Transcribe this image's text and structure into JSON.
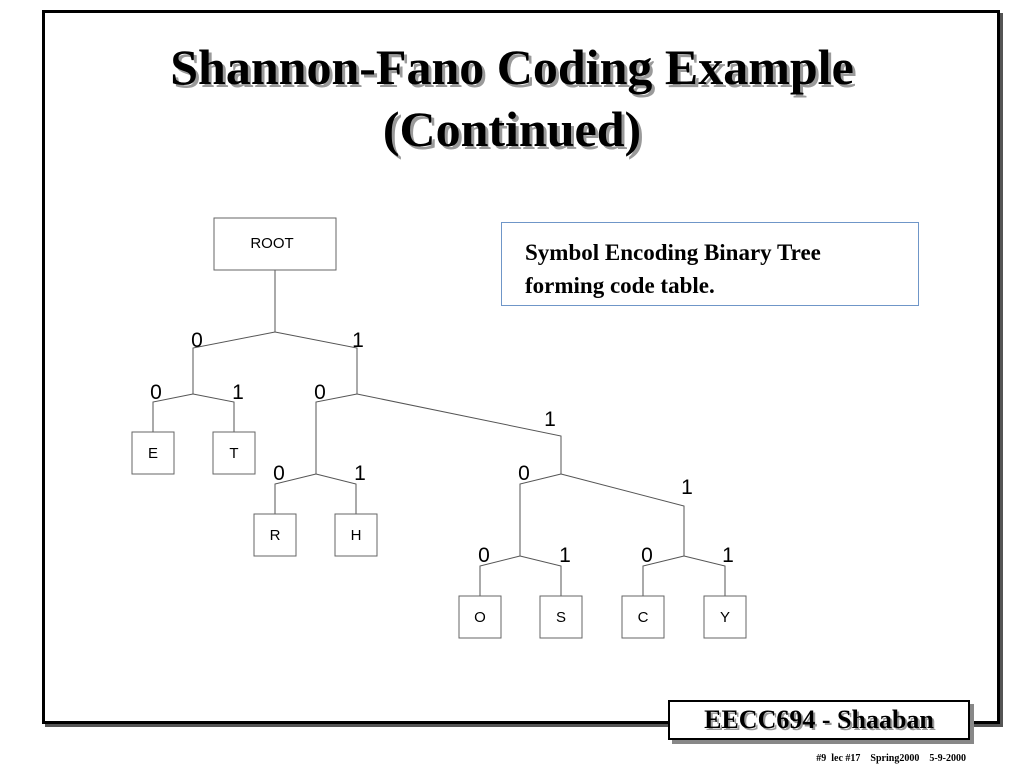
{
  "slide": {
    "title_line1": "Shannon-Fano Coding Example",
    "title_line2": "(Continued)",
    "note_line1": "Symbol Encoding Binary Tree",
    "note_line2": "forming code table.",
    "footer": "EECC694 - Shaaban",
    "footnote": "#9  lec #17    Spring2000    5-9-2000"
  },
  "tree": {
    "root": "ROOT",
    "leaves": [
      "E",
      "T",
      "R",
      "H",
      "O",
      "S",
      "C",
      "Y"
    ],
    "edge_labels": [
      "0",
      "1",
      "0",
      "1",
      "0",
      "1",
      "0",
      "1",
      "0",
      "1",
      "0",
      "1",
      "0",
      "1"
    ]
  }
}
